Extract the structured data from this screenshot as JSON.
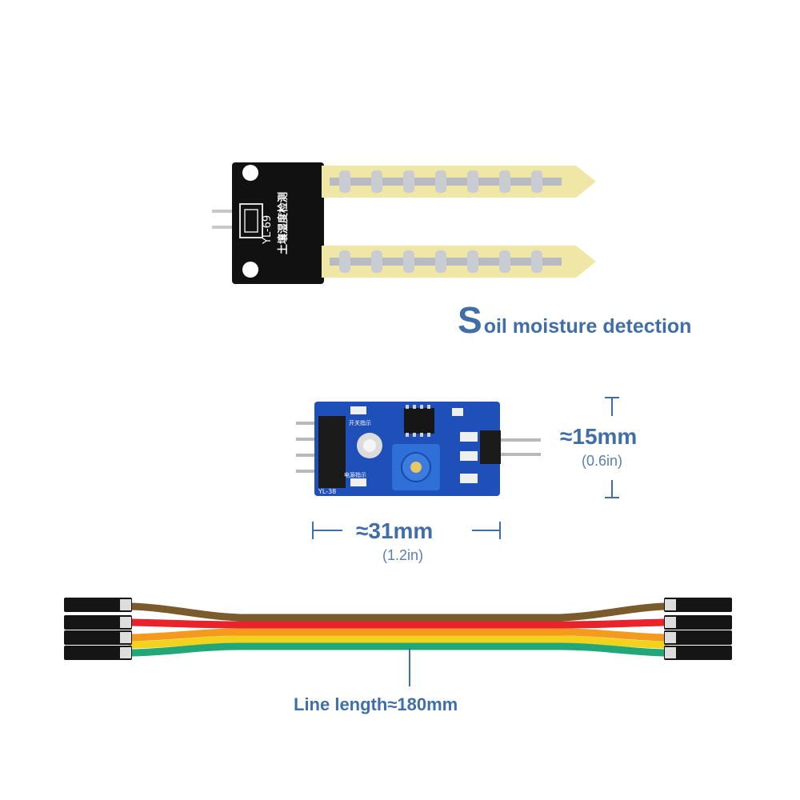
{
  "probe": {
    "model_label": "YL-69",
    "chinese_label": "土壤湿度检测"
  },
  "title": {
    "initial": "S",
    "rest": "oil moisture detection"
  },
  "module": {
    "model_label": "YL-38",
    "silk_top": "开关指示",
    "silk_bottom": "电源指示"
  },
  "height_dim": {
    "mm": "≈15mm",
    "inch": "(0.6in)"
  },
  "width_dim": {
    "mm": "≈31mm",
    "inch": "(1.2in)"
  },
  "cable": {
    "label": "Line length≈180mm",
    "wire_colors": [
      "#7b5a2c",
      "#e8232b",
      "#f39a1f",
      "#f2d21c",
      "#22a878"
    ]
  },
  "colors": {
    "accent": "#3f6fa6",
    "pcb_blue": "#1f4fb8",
    "probe_board": "#111111",
    "probe_fr4": "#f0e7a6"
  }
}
